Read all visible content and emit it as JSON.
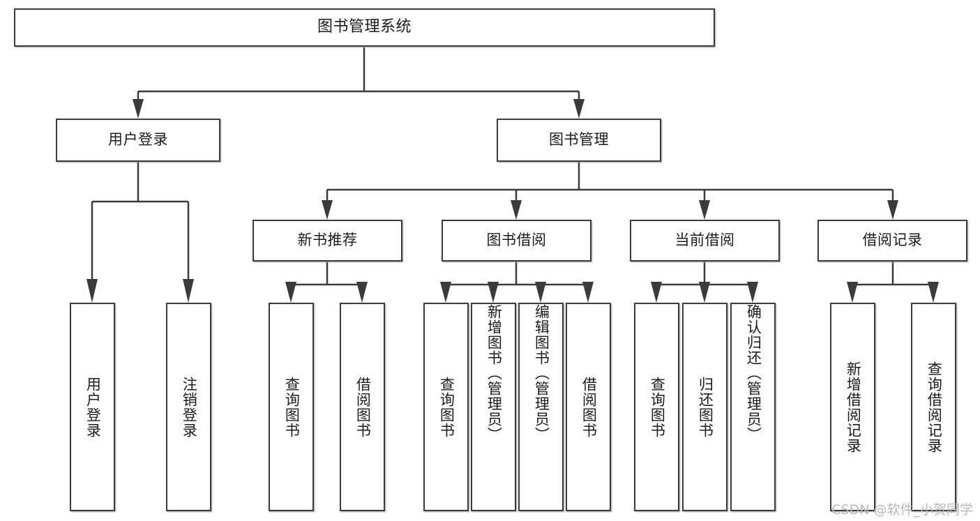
{
  "diagram": {
    "title": "图书管理系统",
    "type": "tree",
    "watermark": "CSDN @软件_小贺同学",
    "colors": {
      "stroke": "#3b3b3b",
      "fill": "#ffffff",
      "text": "#1b1b1b",
      "watermark": "#b8b8b8"
    },
    "root": {
      "label": "图书管理系统"
    },
    "level2": [
      {
        "label": "用户登录"
      },
      {
        "label": "图书管理"
      }
    ],
    "level3": [
      {
        "label": "新书推荐"
      },
      {
        "label": "图书借阅"
      },
      {
        "label": "当前借阅"
      },
      {
        "label": "借阅记录"
      }
    ],
    "leaves": {
      "user_login": [
        {
          "label": "用户登录"
        },
        {
          "label": "注销登录"
        }
      ],
      "new_book": [
        {
          "label": "查询图书"
        },
        {
          "label": "借阅图书"
        }
      ],
      "book_borrow": [
        {
          "label": "查询图书"
        },
        {
          "label": "新增图书（管理员）"
        },
        {
          "label": "编辑图书（管理员）"
        },
        {
          "label": "借阅图书"
        }
      ],
      "current_borrow": [
        {
          "label": "查询图书"
        },
        {
          "label": "归还图书"
        },
        {
          "label": "确认归还（管理员）"
        }
      ],
      "borrow_record": [
        {
          "label": "新增借阅记录"
        },
        {
          "label": "查询借阅记录"
        }
      ]
    }
  }
}
